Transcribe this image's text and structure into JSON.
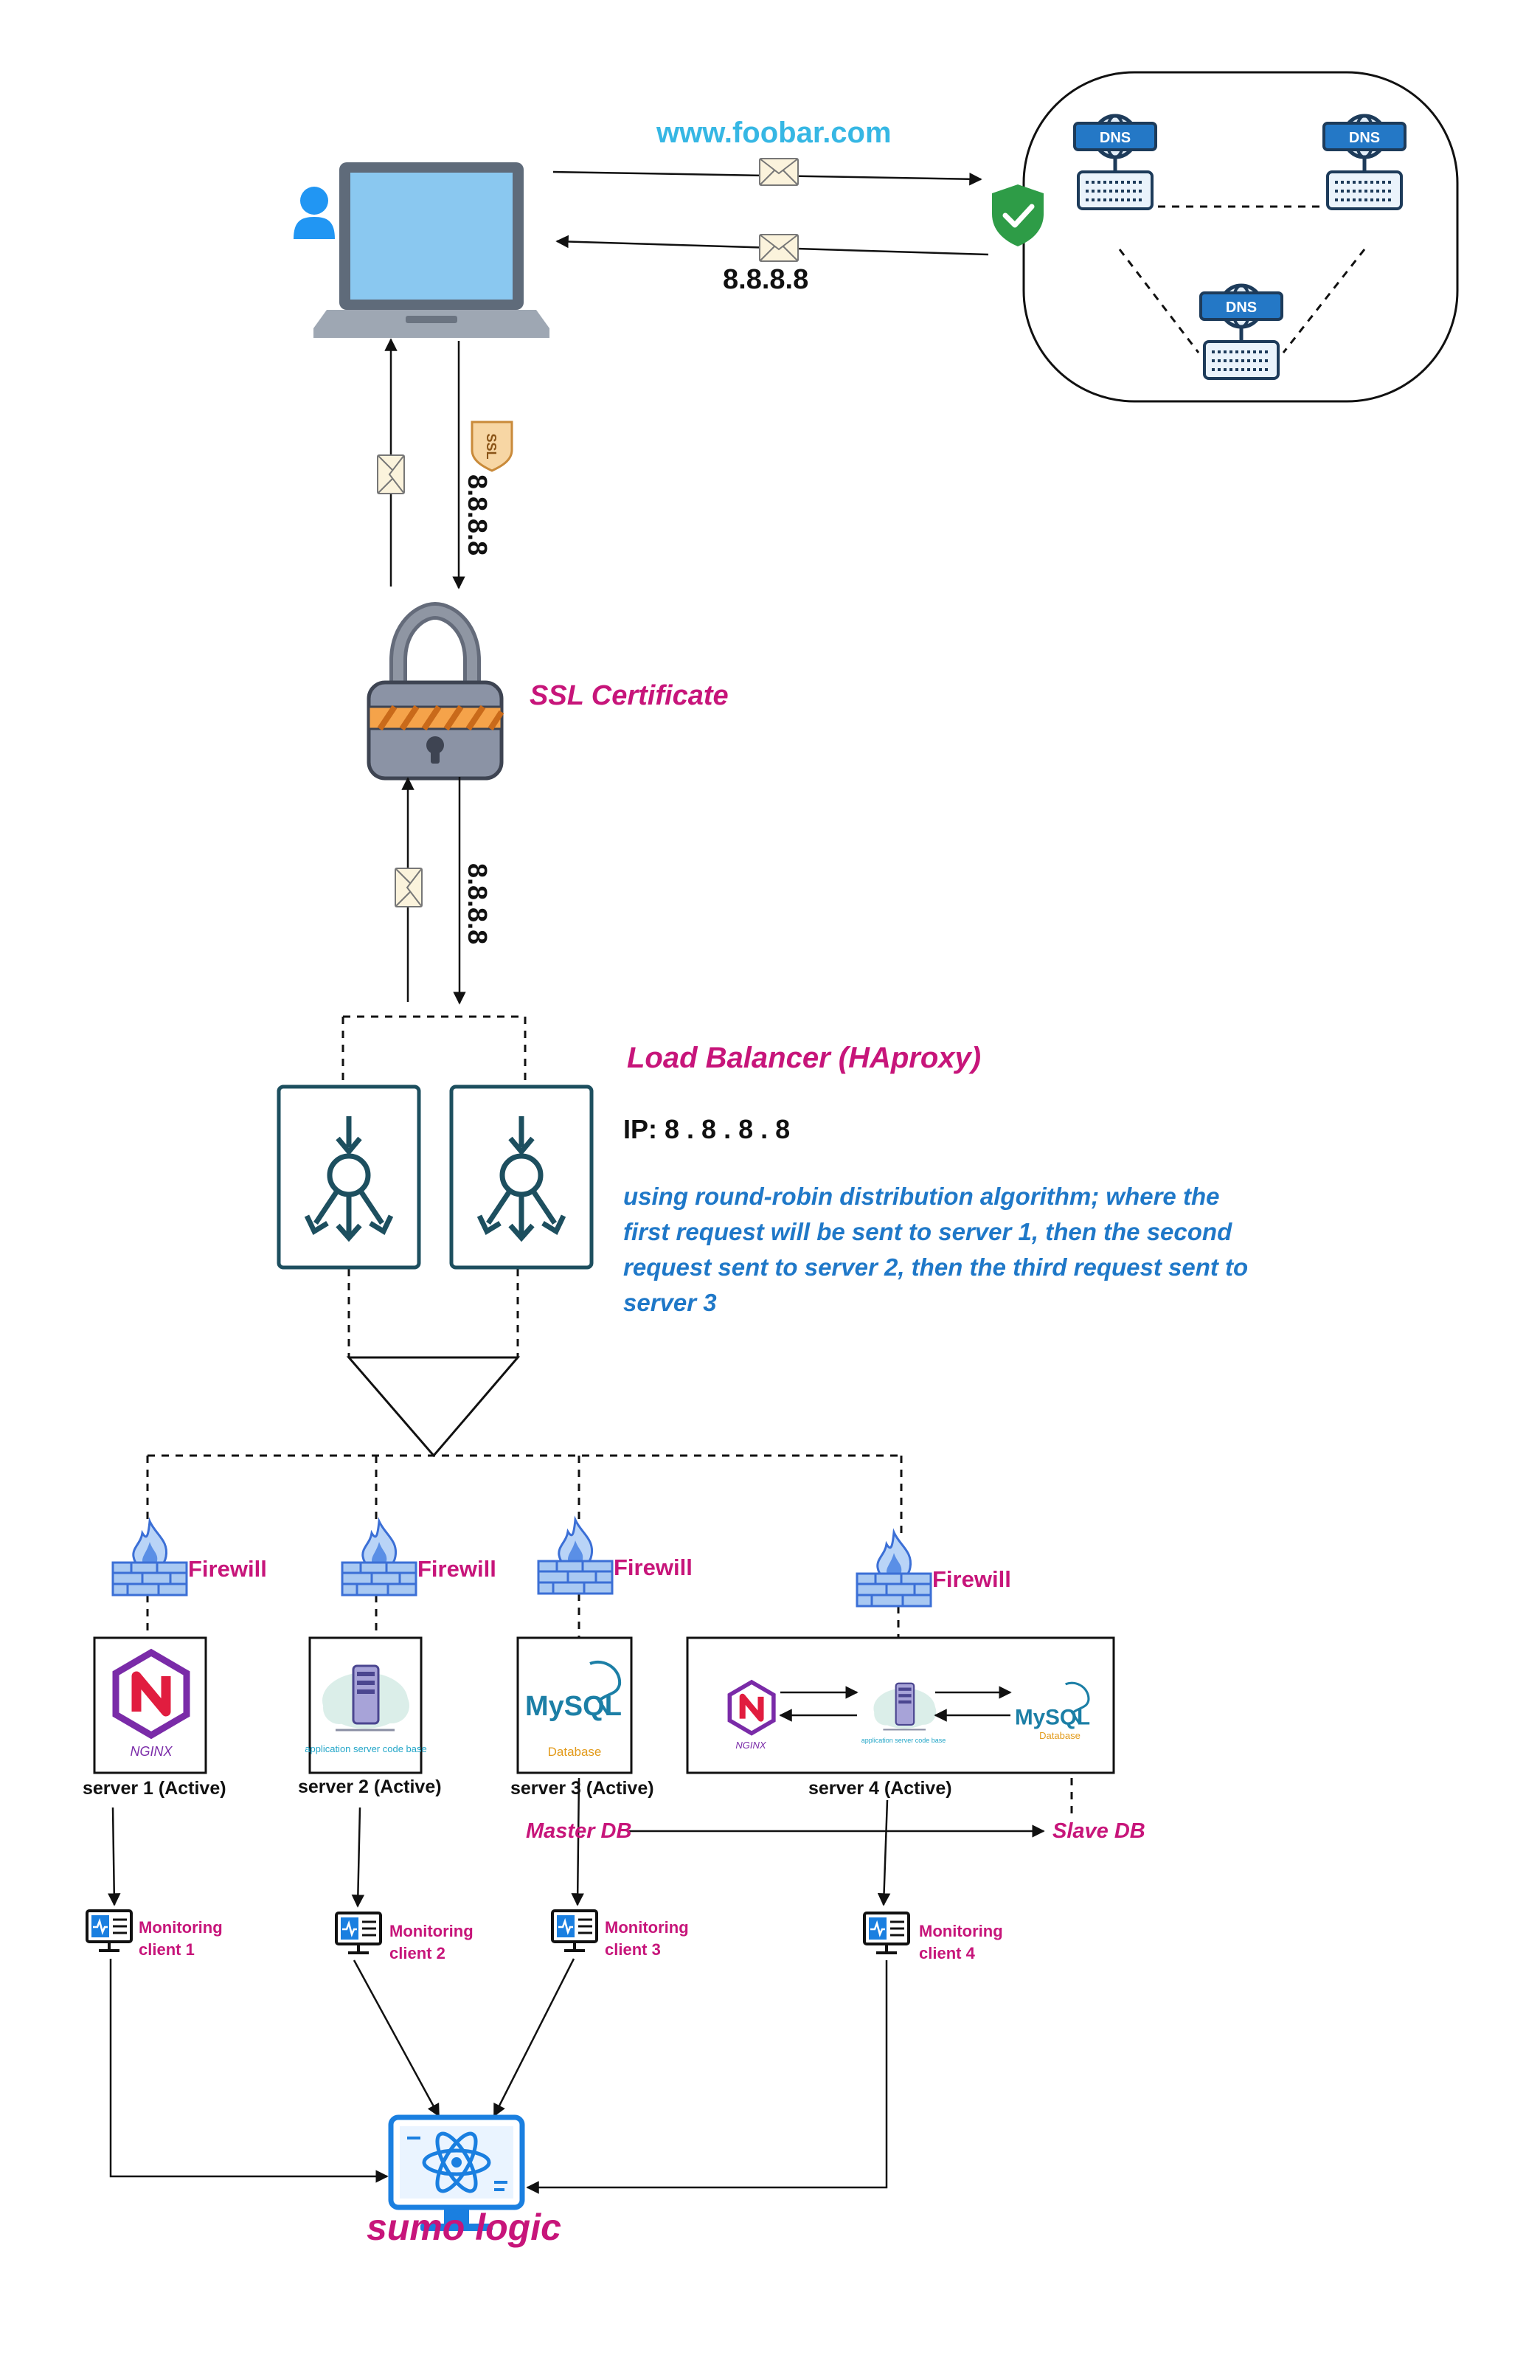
{
  "client": {
    "domain": "www.foobar.com",
    "ip_response": "8.8.8.8"
  },
  "dns": {
    "label": "DNS"
  },
  "ssl": {
    "badge": "SSL",
    "ip_label": "8.8.8.8",
    "label": "SSL Certificate"
  },
  "load_balancer": {
    "ip_arrow_label": "8.8.8.8",
    "title": "Load Balancer (HAproxy)",
    "ip_prefix": "IP:",
    "ip_value": "8 . 8 . 8 . 8",
    "description": "using round-robin distribution algorithm; where the first request will be sent to server 1, then the second request sent to server 2, then the third request sent to server 3"
  },
  "firewall_label": "Firewill",
  "servers": [
    {
      "label": "server 1 (Active)",
      "app": "NGINX"
    },
    {
      "label": "server 2 (Active)",
      "app": "application server code base"
    },
    {
      "label": "server 3 (Active)",
      "app": "Database",
      "logo": "MySQL"
    },
    {
      "label": "server 4 (Active)",
      "nginx": "NGINX",
      "app": "application server code base",
      "db": "Database",
      "logo": "MySQL"
    }
  ],
  "replication": {
    "master": "Master DB",
    "slave": "Slave DB"
  },
  "monitoring": [
    {
      "label": "Monitoring client 1"
    },
    {
      "label": "Monitoring client 2"
    },
    {
      "label": "Monitoring client 3"
    },
    {
      "label": "Monitoring client 4"
    }
  ],
  "sumo": {
    "label": "sumo logic"
  },
  "colors": {
    "accent_pink": "#c7157a",
    "accent_blue": "#1f78c8",
    "domain_cyan": "#36b7e4",
    "panel_teal": "#1d4f5f",
    "monitor_blue": "#1a7fe0"
  },
  "icons": [
    "user-icon",
    "laptop-icon",
    "envelope-icon",
    "shield-check-icon",
    "dns-server-icon",
    "ssl-badge-icon",
    "padlock-icon",
    "load-balancer-icon",
    "firewall-icon",
    "nginx-icon",
    "app-server-icon",
    "mysql-icon",
    "monitor-icon",
    "sumo-logic-icon"
  ]
}
